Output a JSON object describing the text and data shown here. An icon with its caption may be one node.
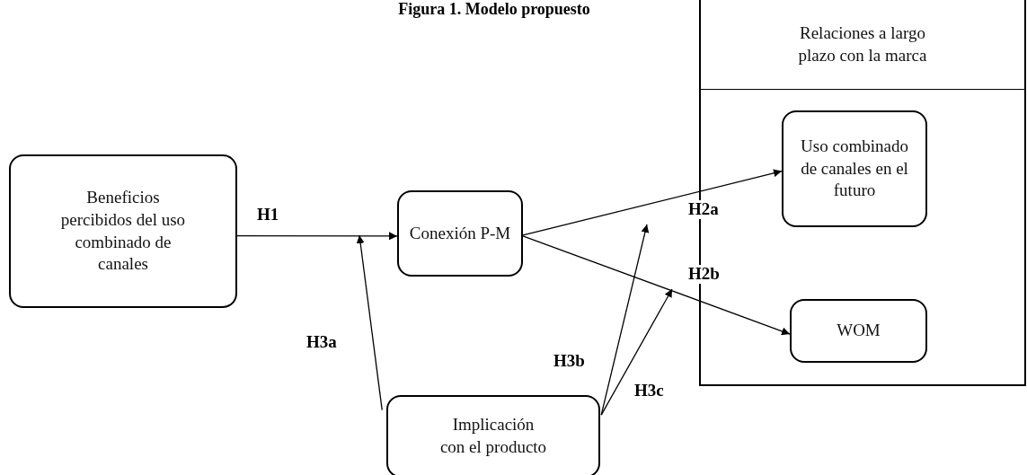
{
  "diagram": {
    "title": "Figura 1. Modelo propuesto",
    "nodes": [
      {
        "text": [
          "Beneficios percibidos del uso combinado de canales"
        ]
      },
      {
        "text": [
          "Conexión P-M"
        ]
      },
      {
        "text": [
          "Relaciones a largo plazo con la marca"
        ]
      },
      {
        "text": [
          "Uso combinado de canales en el futuro"
        ],
        "in": 2
      },
      {
        "text": [
          "WOM"
        ],
        "in": 2
      },
      {
        "text": [
          "Implicación con el producto"
        ]
      }
    ],
    "edges": [
      {
        "from": 0,
        "to": 1,
        "arrow": "to",
        "label": "H1"
      },
      {
        "from": 1,
        "to": 3,
        "arrow": "to",
        "label": "H2a"
      },
      {
        "from": 1,
        "to": 4,
        "arrow": "to",
        "label": "H2b"
      },
      {
        "from": 5,
        "to": null,
        "arrow": "to",
        "label": "H3a"
      },
      {
        "from": 5,
        "to": null,
        "arrow": "to",
        "label": "H3b"
      },
      {
        "from": 5,
        "to": null,
        "arrow": "to",
        "label": "H3c"
      }
    ]
  }
}
